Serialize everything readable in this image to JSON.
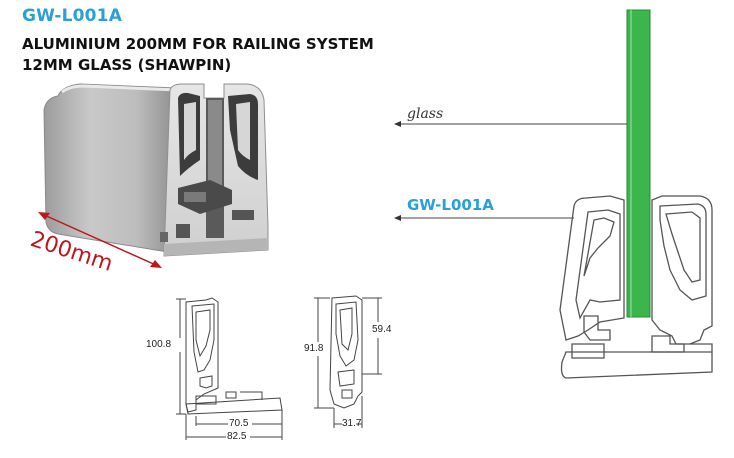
{
  "header": {
    "product_code": "GW-L001A",
    "title_line1": "ALUMINIUM 200MM FOR RAILING SYSTEM",
    "title_line2": "12MM GLASS (SHAWPIN)"
  },
  "photo": {
    "length_label": "200mm"
  },
  "section_view": {
    "glass_label": "glass",
    "profile_label": "GW-L001A",
    "colors": {
      "glass": "#3cb54a",
      "profile_outline": "#555555",
      "callout": "#444444"
    }
  },
  "dimensions": {
    "left_profile": {
      "height": "100.8",
      "inner_width": "70.5",
      "outer_width": "82.5"
    },
    "right_profile": {
      "height": "91.8",
      "upper_height": "59.4",
      "base_width": "31.7"
    }
  }
}
